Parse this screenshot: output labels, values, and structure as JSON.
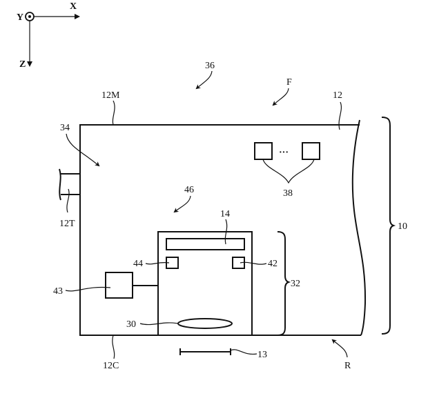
{
  "figure": {
    "axes": {
      "x": "X",
      "y": "Y",
      "z": "Z"
    },
    "labels": {
      "ref_36": "36",
      "ref_F": "F",
      "ref_12": "12",
      "ref_12M": "12M",
      "ref_34": "34",
      "ref_38": "38",
      "ref_12T": "12T",
      "ref_46": "46",
      "ref_14": "14",
      "ref_44": "44",
      "ref_42": "42",
      "ref_43": "43",
      "ref_32": "32",
      "ref_30": "30",
      "ref_10": "10",
      "ref_12C": "12C",
      "ref_13": "13",
      "ref_R": "R",
      "ellipsis": "···"
    }
  }
}
